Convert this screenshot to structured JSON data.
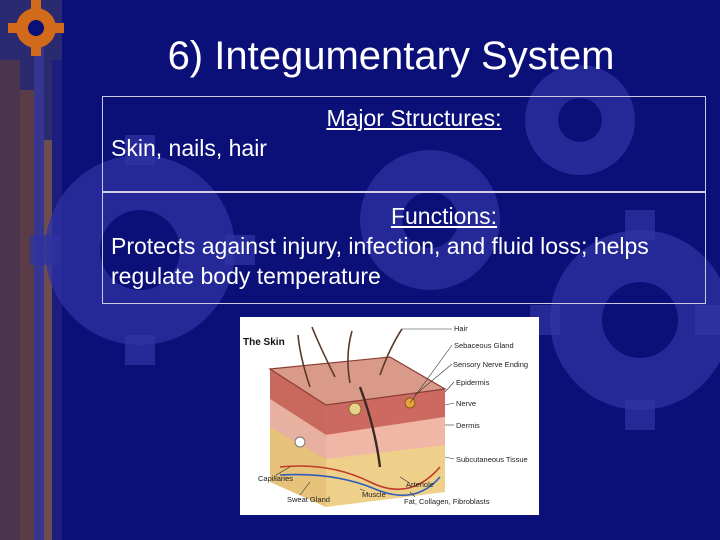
{
  "slide": {
    "title": "6) Integumentary System",
    "rows": [
      {
        "heading": "Major Structures:",
        "body": "Skin, nails, hair"
      },
      {
        "heading": "Functions:",
        "body": "Protects against injury, infection, and fluid loss; helps regulate body temperature"
      }
    ]
  },
  "figure": {
    "title": "The Skin",
    "labels": {
      "hair": "Hair",
      "sebaceous": "Sebaceous Gland",
      "sensory": "Sensory Nerve Ending",
      "epidermis": "Epidermis",
      "nerve": "Nerve",
      "dermis": "Dermis",
      "subcutaneous": "Subcutaneous Tissue",
      "capillaries": "Capillaries",
      "arteriole": "Arteriole",
      "sweat": "Sweat Gland",
      "muscle": "Muscle",
      "fat": "Fat, Collagen, Fibroblasts"
    }
  },
  "colors": {
    "background": "#0b0f78",
    "gear": "#3b3fae",
    "text": "#ffffff"
  }
}
